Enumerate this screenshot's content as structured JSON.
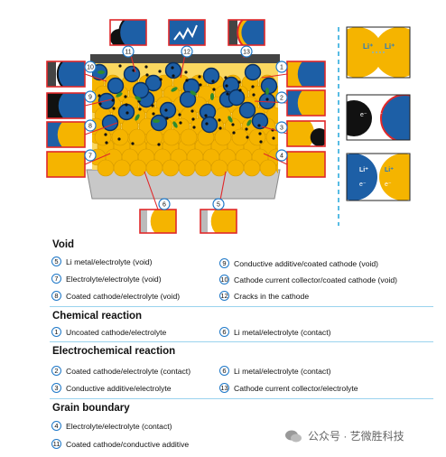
{
  "figure": {
    "callout_numbers": [
      "10",
      "9",
      "8",
      "7",
      "1",
      "2",
      "3",
      "4",
      "11",
      "12",
      "13",
      "6",
      "5"
    ],
    "panel_labels": {
      "li_ion": "Li⁺",
      "electron": "e⁻"
    },
    "colors": {
      "cathode": "#f5b400",
      "coated": "#1d5fa6",
      "li_metal": "#111111",
      "collector": "#555555",
      "callout": "#e0282a",
      "additive": "#2e8b2e",
      "ring": "#1e78c8",
      "dashed": "#21a6dc"
    }
  },
  "legend": {
    "void": {
      "title": "Void",
      "items": [
        {
          "num": "5",
          "text": "Li metal/electrolyte (void)"
        },
        {
          "num": "7",
          "text": "Electrolyte/electrolyte (void)"
        },
        {
          "num": "8",
          "text": "Coated cathode/electrolyte (void)"
        },
        {
          "num": "9",
          "text": "Conductive additive/coated cathode (void)"
        },
        {
          "num": "10",
          "text": "Cathode current collector/coated cathode (void)"
        },
        {
          "num": "12",
          "text": "Cracks in the cathode"
        }
      ]
    },
    "chemical": {
      "title": "Chemical reaction",
      "items": [
        {
          "num": "1",
          "text": "Uncoated cathode/electrolyte"
        },
        {
          "num": "6",
          "text": "Li metal/electrolyte (contact)"
        }
      ]
    },
    "electrochemical": {
      "title": "Electrochemical reaction",
      "items": [
        {
          "num": "2",
          "text": "Coated cathode/electrolyte (contact)"
        },
        {
          "num": "3",
          "text": "Conductive additive/electrolyte"
        },
        {
          "num": "6",
          "text": "Li metal/electrolyte (contact)"
        },
        {
          "num": "13",
          "text": "Cathode current collector/electrolyte"
        }
      ]
    },
    "grain": {
      "title": "Grain boundary",
      "items": [
        {
          "num": "4",
          "text": "Electrolyte/electrolyte (contact)"
        },
        {
          "num": "11",
          "text": "Coated cathode/conductive additive"
        }
      ]
    }
  },
  "watermark": {
    "text": "公众号 · 艺微胜科技"
  }
}
